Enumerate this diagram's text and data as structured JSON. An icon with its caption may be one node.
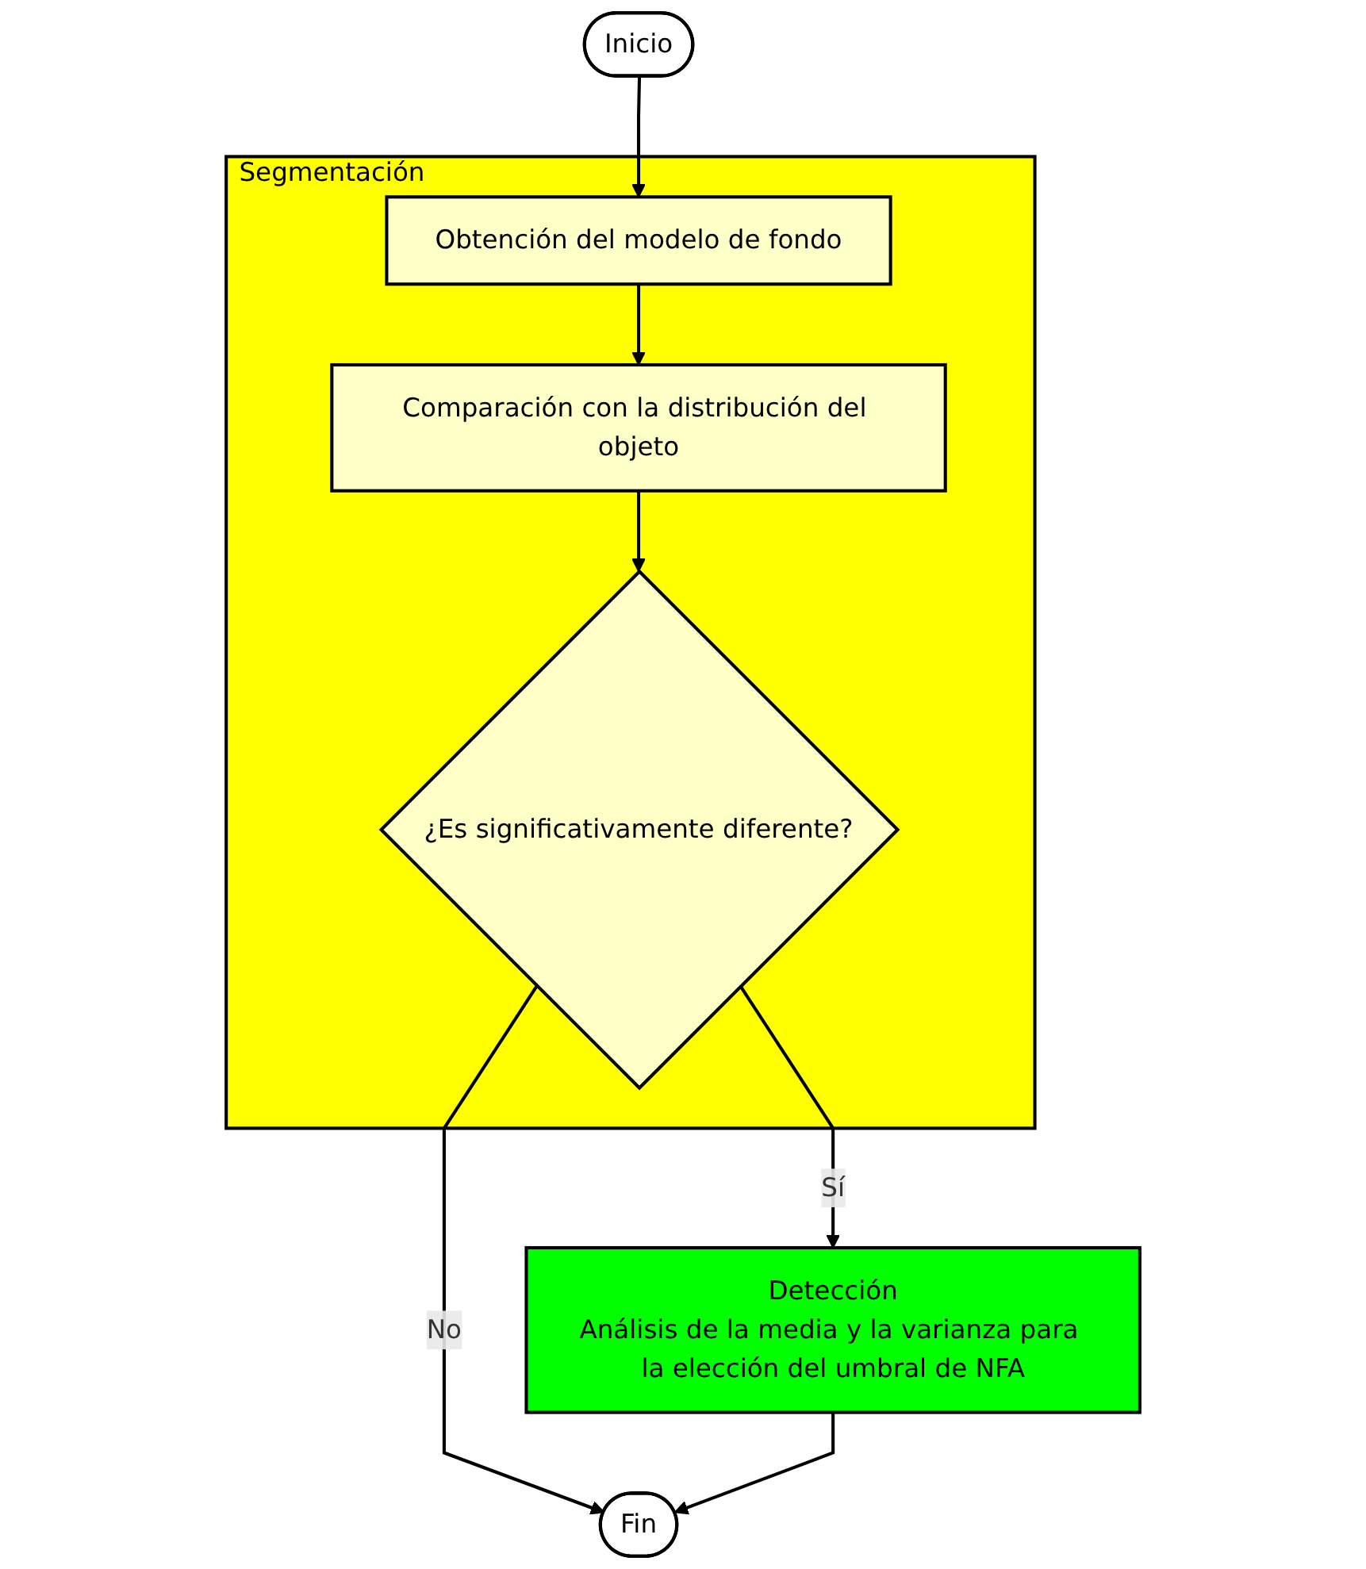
{
  "diagram": {
    "nodes": [
      {
        "text": [
          "Inicio"
        ]
      },
      {
        "text": [
          "Segmentación"
        ]
      },
      {
        "text": [
          "Obtención del modelo de fondo"
        ],
        "in": 1
      },
      {
        "text": [
          "Comparación con la distribución del objeto"
        ],
        "in": 1
      },
      {
        "text": [
          "¿Es significativamente diferente?"
        ],
        "in": 1
      },
      {
        "text": [
          "Detección",
          "Análisis de la media y la varianza para la elección del umbral de NFA"
        ]
      },
      {
        "text": [
          "Fin"
        ]
      }
    ],
    "edges": [
      {
        "from": 0,
        "to": 2,
        "arrow": "to"
      },
      {
        "from": 2,
        "to": 3,
        "arrow": "to"
      },
      {
        "from": 3,
        "to": 4,
        "arrow": "to"
      },
      {
        "from": 4,
        "to": 5,
        "arrow": "to",
        "label": "Sí"
      },
      {
        "from": 4,
        "to": 6,
        "arrow": "to",
        "label": "No"
      },
      {
        "from": 5,
        "to": 6,
        "arrow": "to"
      }
    ]
  }
}
